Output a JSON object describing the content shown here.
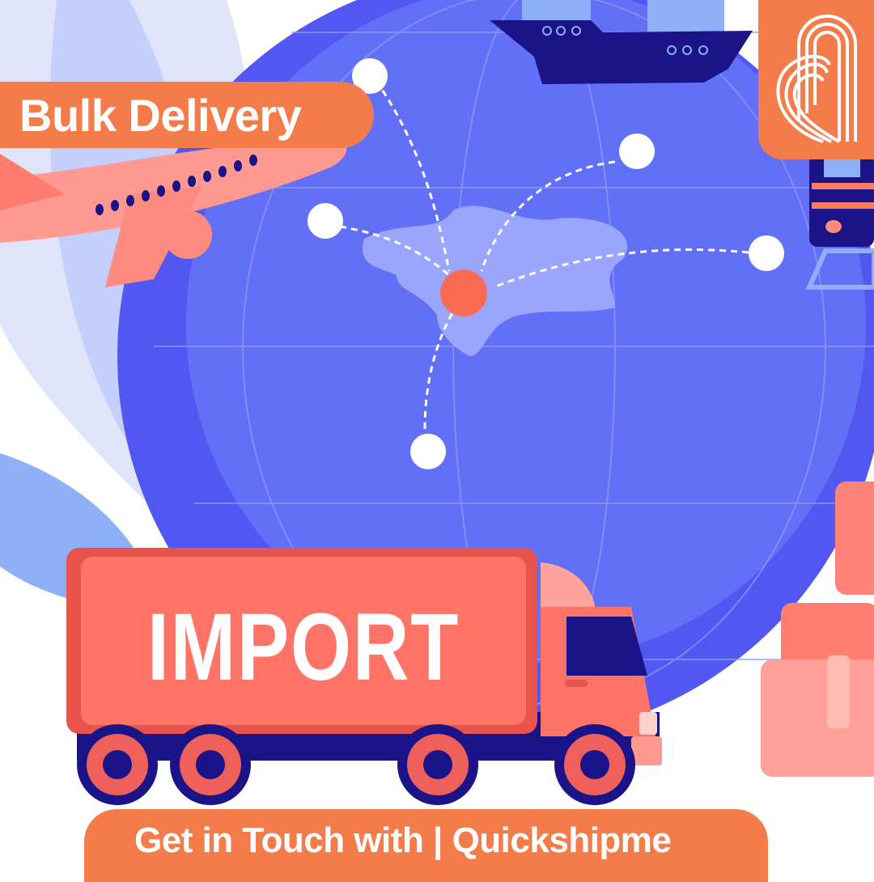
{
  "header": {
    "badge_label": "Bulk Delivery"
  },
  "truck": {
    "cargo_label": "IMPORT"
  },
  "footer": {
    "cta_label": "Get in Touch with | Quickshipme"
  },
  "brand": {
    "name": "Quickshipme",
    "logo_icon": "q-stripes-logo-icon"
  },
  "colors": {
    "accent": "#f37c4a",
    "globe": "#5b63f5",
    "navy": "#1b1489",
    "truck": "#ff6e5e"
  }
}
